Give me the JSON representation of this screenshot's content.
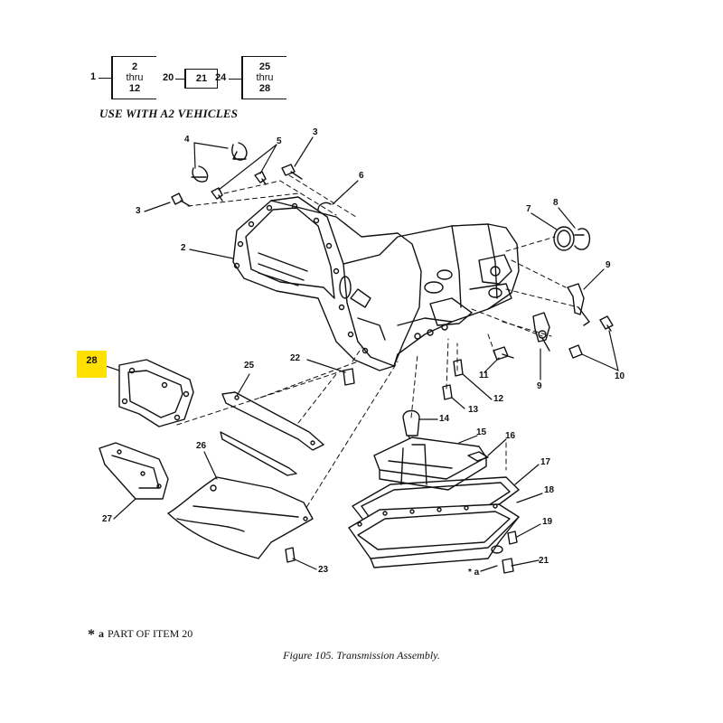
{
  "legend": {
    "group1": {
      "lead": "1",
      "top": "2",
      "mid": "thru",
      "bottom": "12"
    },
    "group2": {
      "lead": "20",
      "value": "21"
    },
    "group3": {
      "lead": "24",
      "top": "25",
      "mid": "thru",
      "bottom": "28"
    }
  },
  "header": "USE WITH A2 VEHICLES",
  "callouts": {
    "c4": "4",
    "c5": "5",
    "c3a": "3",
    "c3b": "3",
    "c6": "6",
    "c2": "2",
    "c7": "7",
    "c8": "8",
    "c9a": "9",
    "c9b": "9",
    "c10": "10",
    "c11": "11",
    "c12": "12",
    "c13": "13",
    "c14": "14",
    "c15": "15",
    "c16": "16",
    "c17": "17",
    "c18": "18",
    "c19": "19",
    "c21": "21",
    "c22": "22",
    "c23": "23",
    "c25": "25",
    "c26": "26",
    "c27": "27",
    "c28": "28",
    "star_a": "* a"
  },
  "highlight": {
    "label": "28",
    "color": "#ffe000"
  },
  "footnote": {
    "star": "*",
    "letter": "a",
    "text": "PART OF ITEM 20"
  },
  "caption": "Figure 105.  Transmission Assembly."
}
